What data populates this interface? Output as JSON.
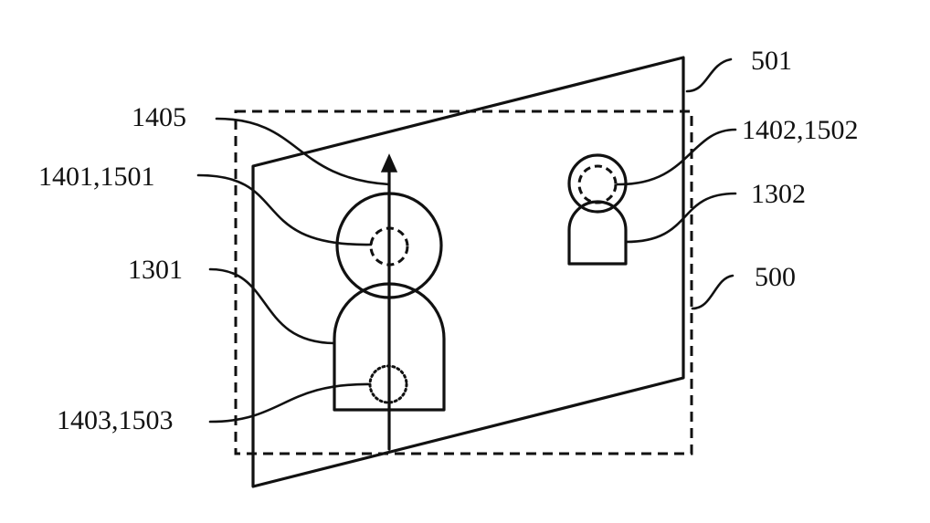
{
  "labels": {
    "frame_501": "501",
    "region_500": "500",
    "arrow_1405": "1405",
    "point_1401_1501": "1401,1501",
    "point_1402_1502": "1402,1502",
    "point_1403_1503": "1403,1503",
    "person_1301": "1301",
    "person_1302": "1302"
  }
}
